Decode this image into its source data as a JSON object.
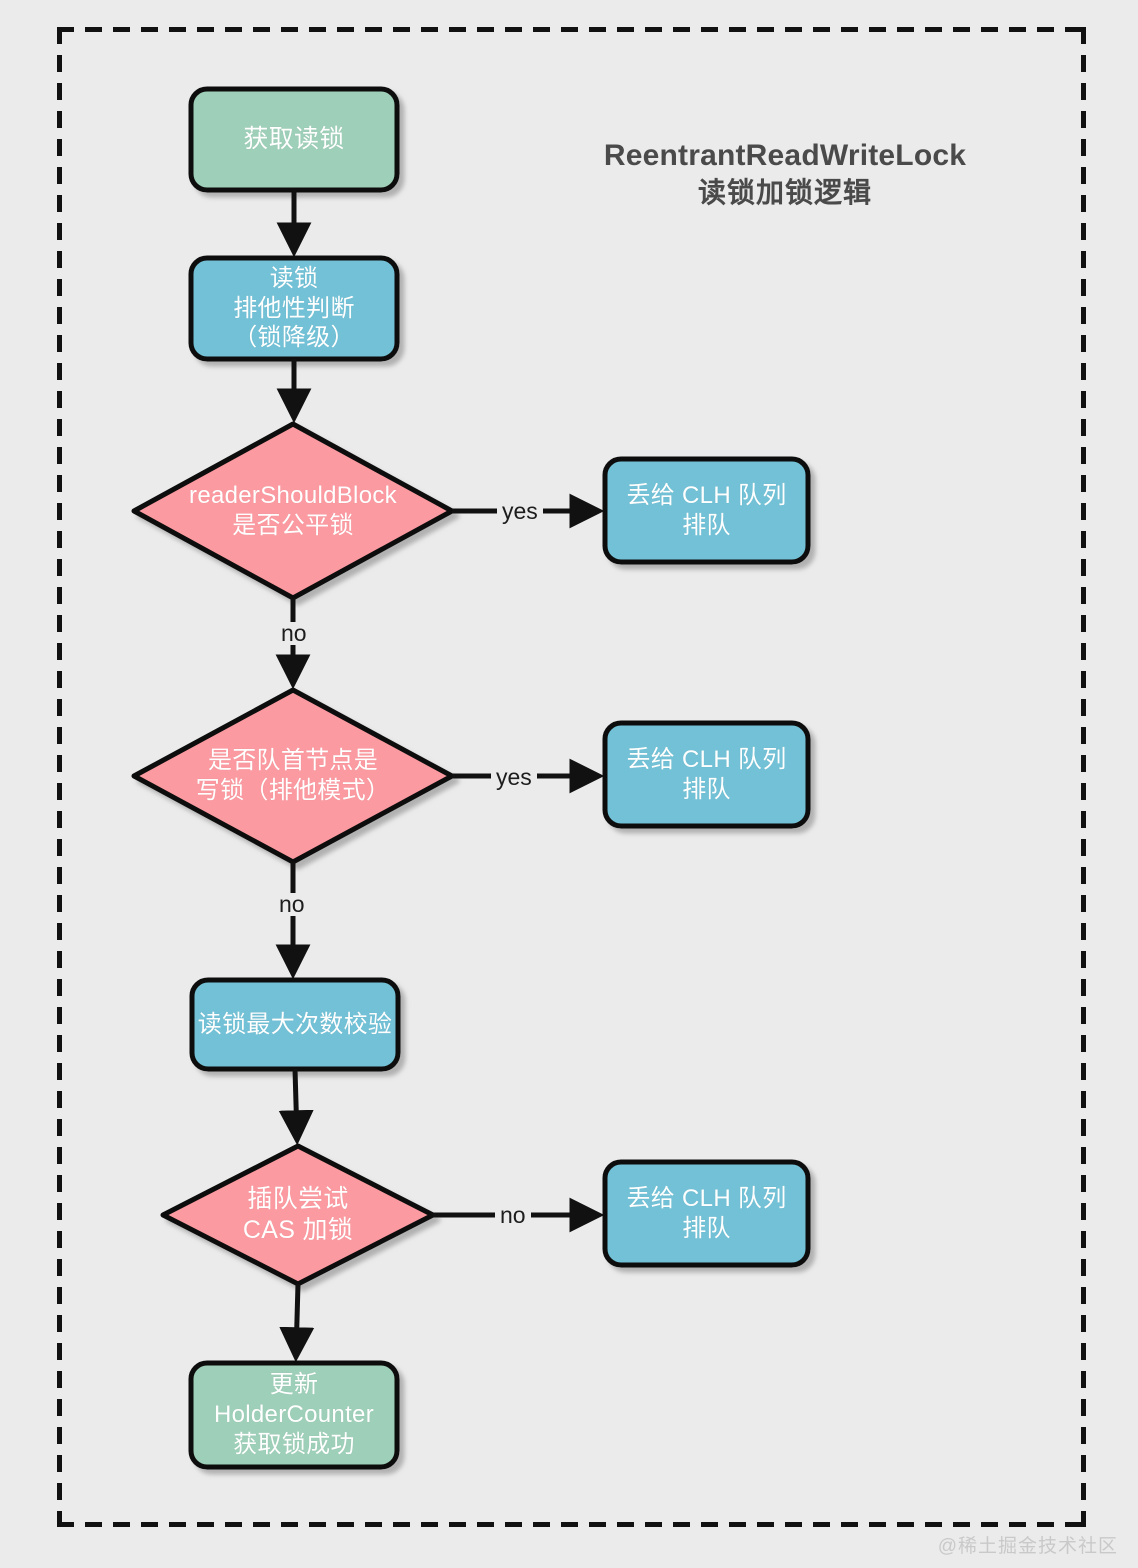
{
  "diagram": {
    "title_en": "ReentrantReadWriteLock",
    "title_cn": "读锁加锁逻辑",
    "watermark": "@稀土掘金技术社区",
    "colors": {
      "background": "#ebebeb",
      "terminal_green": "#9ecfb8",
      "process_blue": "#72c1d6",
      "decision_pink": "#fb9aa0",
      "stroke": "#111111",
      "label_text": "#ffffff",
      "edge_text": "#1d1d1d",
      "title_text": "#4a4a4a",
      "watermark_text": "#c9c9c9",
      "shadow": "#bdbdbd"
    },
    "nodes": [
      {
        "id": "start",
        "shape": "rounded-rect",
        "type": "terminal",
        "fill": "#9ecfb8",
        "lines": [
          "获取读锁"
        ]
      },
      {
        "id": "exclusive",
        "shape": "rounded-rect",
        "type": "process",
        "fill": "#72c1d6",
        "lines": [
          "读锁",
          "排他性判断",
          "（锁降级）"
        ]
      },
      {
        "id": "shouldblock",
        "shape": "diamond",
        "type": "decision",
        "fill": "#fb9aa0",
        "lines": [
          "readerShouldBlock",
          "是否公平锁"
        ]
      },
      {
        "id": "clh1",
        "shape": "rounded-rect",
        "type": "process",
        "fill": "#72c1d6",
        "lines": [
          "丢给 CLH 队列",
          "排队"
        ]
      },
      {
        "id": "headwrite",
        "shape": "diamond",
        "type": "decision",
        "fill": "#fb9aa0",
        "lines": [
          "是否队首节点是",
          "写锁（排他模式）"
        ]
      },
      {
        "id": "clh2",
        "shape": "rounded-rect",
        "type": "process",
        "fill": "#72c1d6",
        "lines": [
          "丢给 CLH 队列",
          "排队"
        ]
      },
      {
        "id": "maxcount",
        "shape": "rounded-rect",
        "type": "process",
        "fill": "#72c1d6",
        "lines": [
          "读锁最大次数校验"
        ]
      },
      {
        "id": "cas",
        "shape": "diamond",
        "type": "decision",
        "fill": "#fb9aa0",
        "lines": [
          "插队尝试",
          "CAS 加锁"
        ]
      },
      {
        "id": "clh3",
        "shape": "rounded-rect",
        "type": "process",
        "fill": "#72c1d6",
        "lines": [
          "丢给 CLH 队列",
          "排队"
        ]
      },
      {
        "id": "success",
        "shape": "rounded-rect",
        "type": "terminal",
        "fill": "#9ecfb8",
        "lines": [
          "更新",
          "HolderCounter",
          "获取锁成功"
        ]
      }
    ],
    "edges": [
      {
        "from": "start",
        "to": "exclusive",
        "label": "",
        "direction": "down"
      },
      {
        "from": "exclusive",
        "to": "shouldblock",
        "label": "",
        "direction": "down"
      },
      {
        "from": "shouldblock",
        "to": "clh1",
        "label": "yes",
        "direction": "right"
      },
      {
        "from": "shouldblock",
        "to": "headwrite",
        "label": "no",
        "direction": "down"
      },
      {
        "from": "headwrite",
        "to": "clh2",
        "label": "yes",
        "direction": "right"
      },
      {
        "from": "headwrite",
        "to": "maxcount",
        "label": "no",
        "direction": "down"
      },
      {
        "from": "maxcount",
        "to": "cas",
        "label": "",
        "direction": "down"
      },
      {
        "from": "cas",
        "to": "clh3",
        "label": "no",
        "direction": "right"
      },
      {
        "from": "cas",
        "to": "success",
        "label": "",
        "direction": "down"
      }
    ]
  }
}
